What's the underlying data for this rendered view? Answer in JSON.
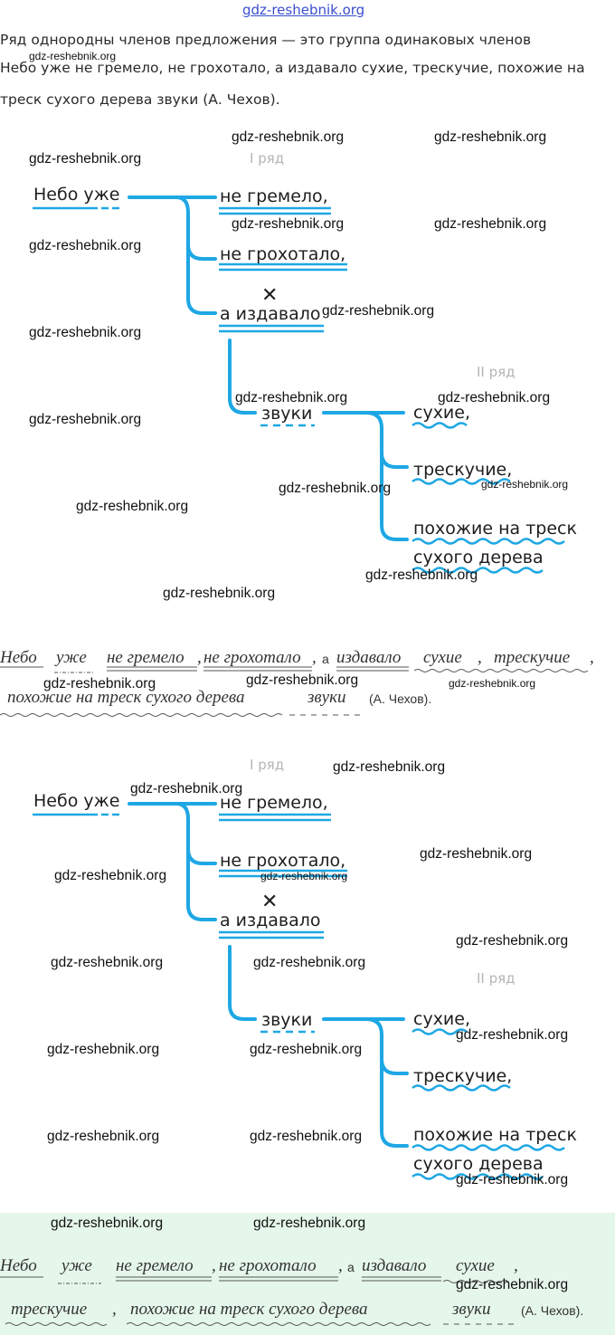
{
  "site_link": "gdz-reshebnik.org",
  "intro_lines": [
    "Ряд однородны членов предложения — это группа одинаковых членов",
    "Небо уже не гремело, не грохотало, а издавало сухие, трескучие, похожие на",
    "треск сухого дерева звуки (А. Чехов)."
  ],
  "watermark": "gdz-reshebnik.org",
  "diagram": {
    "row1_label": "I ряд",
    "row2_label": "II ряд",
    "subject": "Небо уже",
    "pred1": "не гремело,",
    "pred2": "не грохотало,",
    "pred3": "а издавало",
    "cross": "✕",
    "object": "звуки",
    "attr1": "сухие,",
    "attr2": "трескучие,",
    "attr3a": "похожие на треск",
    "attr3b": "сухого дерева"
  },
  "example1": {
    "w_nebo": "Небо",
    "w_uzhe": "уже",
    "w_gremelo": "не гремело",
    "comma1": ",",
    "w_grohotalo": "не грохотало",
    "comma2": ",",
    "conj": "а",
    "w_izdavalo": "издавало",
    "w_suhie": "сухие",
    "comma3": ",",
    "w_treskuchie": "трескучие",
    "comma4": ",",
    "w_pohozhie": "похожие на треск сухого дерева",
    "w_zvuki": "звуки",
    "author": "(А. Чехов)."
  },
  "colors": {
    "accent_blue": "#1ea7e4",
    "green_bg": "#e5f6ea",
    "label_gray": "#b5b5b5"
  }
}
